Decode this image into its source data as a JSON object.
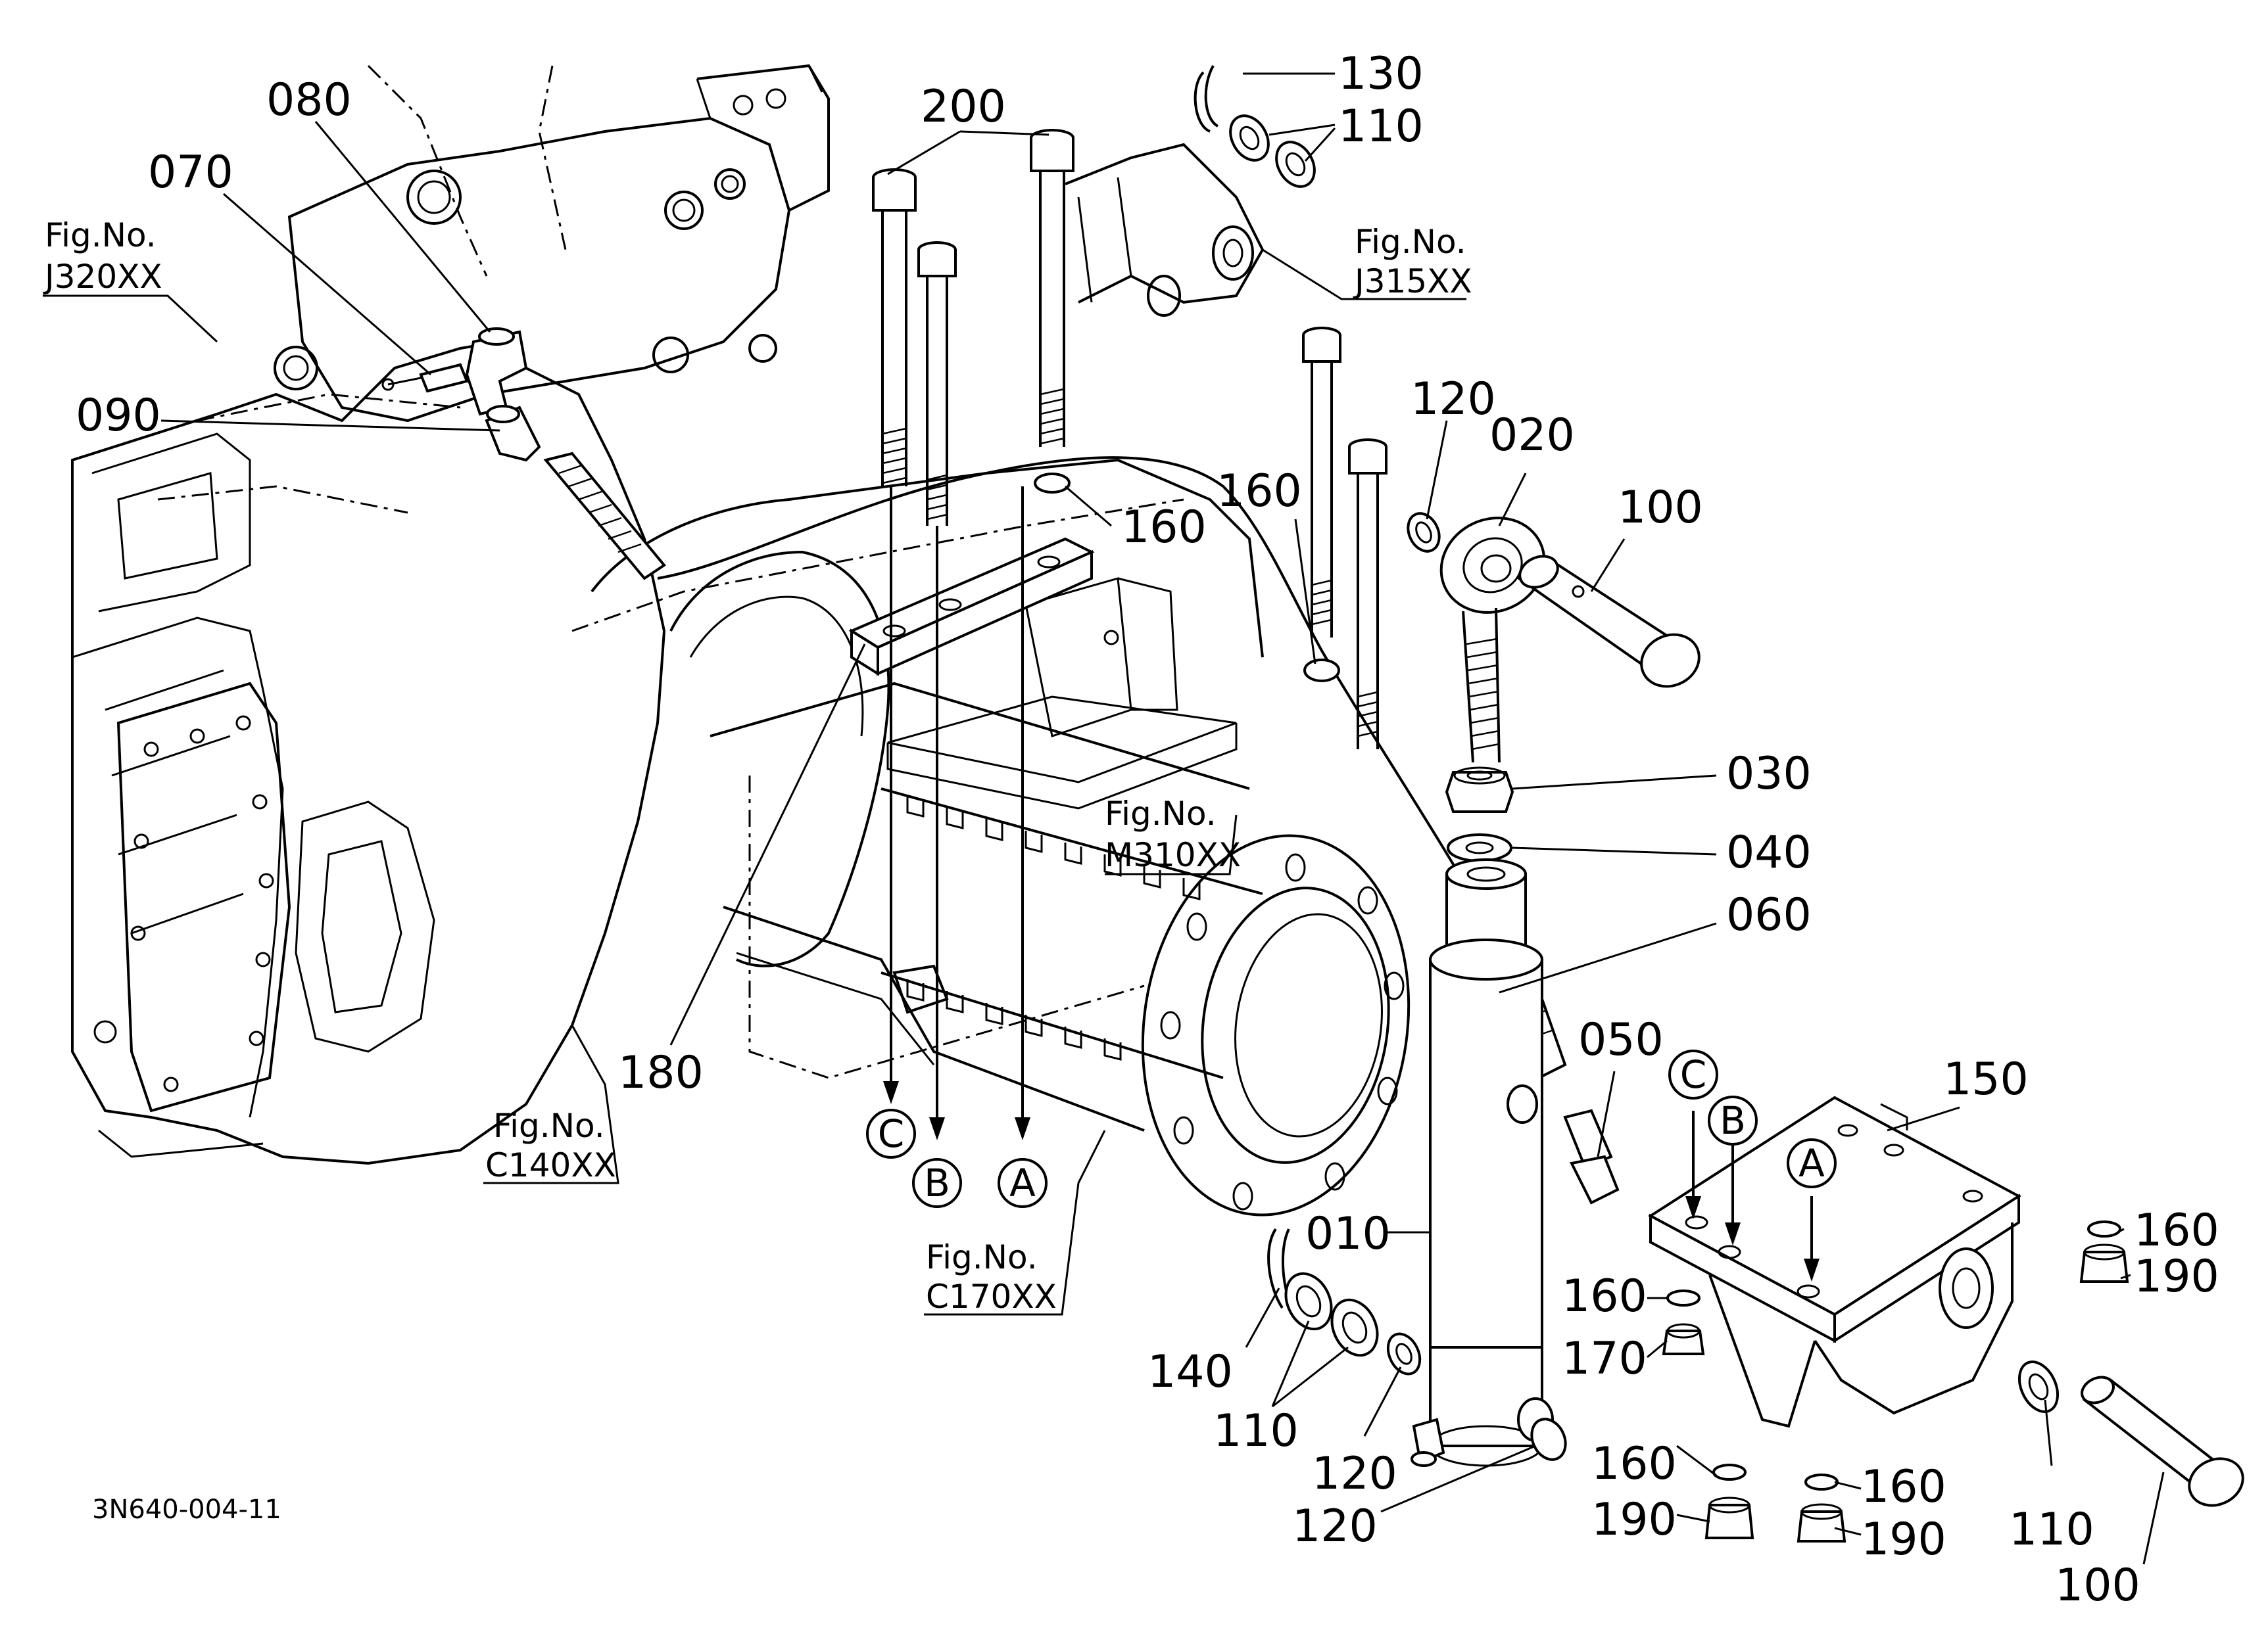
{
  "diagram": {
    "doc_id": "3N640-004-11",
    "part_labels": [
      {
        "id": "p130",
        "text": "130"
      },
      {
        "id": "p110a",
        "text": "110"
      },
      {
        "id": "p200",
        "text": "200"
      },
      {
        "id": "p080",
        "text": "080"
      },
      {
        "id": "p070",
        "text": "070"
      },
      {
        "id": "p090",
        "text": "090"
      },
      {
        "id": "p120a",
        "text": "120"
      },
      {
        "id": "p020",
        "text": "020"
      },
      {
        "id": "p100a",
        "text": "100"
      },
      {
        "id": "p160a",
        "text": "160"
      },
      {
        "id": "p160b",
        "text": "160"
      },
      {
        "id": "p030",
        "text": "030"
      },
      {
        "id": "p040",
        "text": "040"
      },
      {
        "id": "p060",
        "text": "060"
      },
      {
        "id": "p050",
        "text": "050"
      },
      {
        "id": "p180",
        "text": "180"
      },
      {
        "id": "p150",
        "text": "150"
      },
      {
        "id": "p010",
        "text": "010"
      },
      {
        "id": "p160c",
        "text": "160"
      },
      {
        "id": "p190a",
        "text": "190"
      },
      {
        "id": "p160d",
        "text": "160"
      },
      {
        "id": "p170",
        "text": "170"
      },
      {
        "id": "p140",
        "text": "140"
      },
      {
        "id": "p110b",
        "text": "110"
      },
      {
        "id": "p120b",
        "text": "120"
      },
      {
        "id": "p120c",
        "text": "120"
      },
      {
        "id": "p160e",
        "text": "160"
      },
      {
        "id": "p190b",
        "text": "190"
      },
      {
        "id": "p160f",
        "text": "160"
      },
      {
        "id": "p190c",
        "text": "190"
      },
      {
        "id": "p110c",
        "text": "110"
      },
      {
        "id": "p100b",
        "text": "100"
      }
    ],
    "figure_refs": [
      {
        "id": "J320",
        "prefix": "Fig.No.",
        "code": "J320XX"
      },
      {
        "id": "J315",
        "prefix": "Fig.No.",
        "code": "J315XX"
      },
      {
        "id": "M310",
        "prefix": "Fig.No.",
        "code": "M310XX"
      },
      {
        "id": "C140",
        "prefix": "Fig.No.",
        "code": "C140XX"
      },
      {
        "id": "C170",
        "prefix": "Fig.No.",
        "code": "C170XX"
      }
    ],
    "markers": [
      {
        "id": "mC1",
        "text": "C"
      },
      {
        "id": "mB1",
        "text": "B"
      },
      {
        "id": "mA1",
        "text": "A"
      },
      {
        "id": "mC2",
        "text": "C"
      },
      {
        "id": "mB2",
        "text": "B"
      },
      {
        "id": "mA2",
        "text": "A"
      }
    ]
  }
}
